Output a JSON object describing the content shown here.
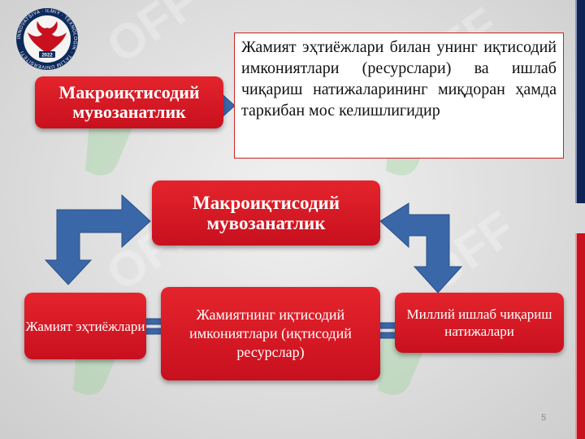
{
  "slide": {
    "top_left_title": "Макроиқтисодий мувозанатлик",
    "definition": "Жамият эҳтиёжлари билан унинг иқтисодий имкониятлари (ресурслари) ва ишлаб чиқариш натижаларининг миқдоран ҳамда таркибан мос келишлигидир",
    "center_title": "Макроиқтисодий мувозанатлик",
    "left_box": "Жамият эҳтиёжлари",
    "middle_box": "Жамиятнинг иқтисодий имкониятлари (иқтисодий ресурслар)",
    "right_box": "Миллий ишлаб чиқариш натижалари",
    "page_number": "5"
  },
  "logo": {
    "year": "2022",
    "ring_text": "INNOVATSIYA · ILMIY · TEXNOLOGIK · TA'LIM UNIVERSITETI"
  },
  "watermark_text": "OFF",
  "colors": {
    "box_red": "#c8101e",
    "arrow_blue": "#3a67a8",
    "side_navy": "#0d2455",
    "watermark_green": "#7fcf7f"
  }
}
